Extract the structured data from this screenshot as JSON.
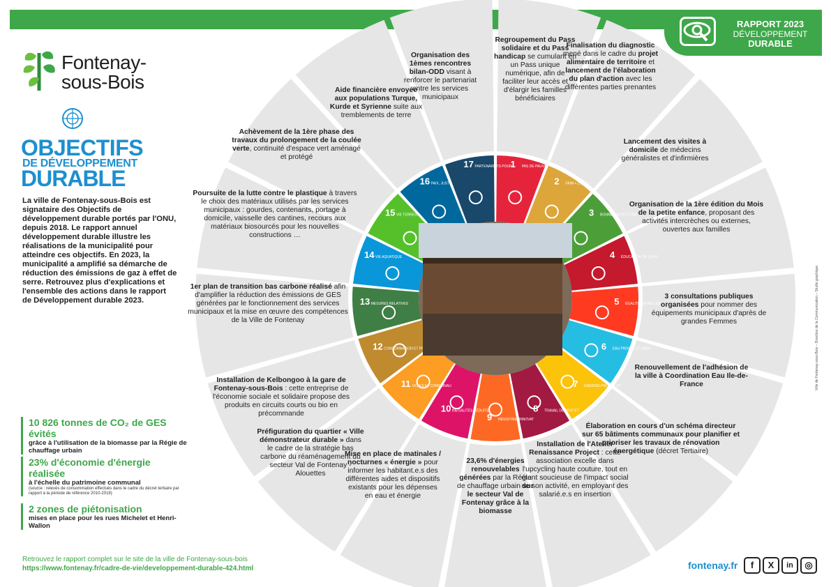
{
  "header": {
    "badge_line1": "RAPPORT 2023",
    "badge_line2": "DÉVELOPPEMENT",
    "badge_line3": "DURABLE",
    "icon": "eye-magnifier-icon"
  },
  "logo": {
    "city_line1": "Fontenay-",
    "city_line2": "sous-Bois"
  },
  "odd": {
    "line1": "OBJECTIFS",
    "line2": "DE DÉVELOPPEMENT",
    "line3": "DURABLE",
    "un_emblem": "un-emblem-icon"
  },
  "intro": "La ville de Fontenay-sous-Bois est signataire des Objectifs de développement durable portés par l'ONU, depuis 2018. Le rapport annuel développement durable illustre les réalisations de la municipalité pour atteindre ces objectifs. En 2023, la municipalité a amplifié sa démarche de réduction des émissions de gaz à effet de serre. Retrouvez plus d'explications et l'ensemble des actions dans le rapport de Développement durable 2023.",
  "stats": [
    {
      "big": "10 826 tonnes de CO₂ de GES évités",
      "small": "grâce à l'utilisation de la biomasse par la Régie de chauffage urbain",
      "tiny": ""
    },
    {
      "big": "23% d'économie d'énergie réalisée",
      "small": "à l'échelle du patrimoine communal",
      "tiny": "(source : relevés de consommation effectués dans le cadre du décret tertiaire par rapport à la période de référence 2010-2019)"
    },
    {
      "big": "2 zones de piétonisation",
      "small": "mises en place pour les rues Michelet et Henri-Wallon",
      "tiny": ""
    }
  ],
  "footer": {
    "text": "Retrouvez le rapport complet sur le site de la ville de Fontenay-sous-bois",
    "url": "https://www.fontenay.fr/cadre-de-vie/developpement-durable-424.html",
    "site": "fontenay.fr",
    "social": [
      "f",
      "X",
      "in",
      "◎"
    ]
  },
  "credits": "Ville de Fontenay-sous-Bois – Direction de la Communication – Studio graphique",
  "goals": [
    {
      "n": "1",
      "label": "PAS DE PAUVRETÉ",
      "color": "#e5243b"
    },
    {
      "n": "2",
      "label": "FAIM « ZÉRO »",
      "color": "#dda63a"
    },
    {
      "n": "3",
      "label": "BONNE SANTÉ ET BIEN-ÊTRE",
      "color": "#4c9f38"
    },
    {
      "n": "4",
      "label": "ÉDUCATION DE QUALITÉ",
      "color": "#c5192d"
    },
    {
      "n": "5",
      "label": "ÉGALITÉ ENTRE LES SEXES",
      "color": "#ff3a21"
    },
    {
      "n": "6",
      "label": "EAU PROPRE ET ASSAINISSEMENT",
      "color": "#26bde2"
    },
    {
      "n": "7",
      "label": "ÉNERGIE PROPRE ET D'UN COÛT ABORDABLE",
      "color": "#fcc30b"
    },
    {
      "n": "8",
      "label": "TRAVAIL DÉCENT ET CROISSANCE ÉCONOMIQUE",
      "color": "#a21942"
    },
    {
      "n": "9",
      "label": "INDUSTRIE, INNOVATION ET INFRASTRUCTURE",
      "color": "#fd6925"
    },
    {
      "n": "10",
      "label": "INÉGALITÉS RÉDUITES",
      "color": "#dd1367"
    },
    {
      "n": "11",
      "label": "VILLES ET COMMUNAUTÉS DURABLES",
      "color": "#fd9d24"
    },
    {
      "n": "12",
      "label": "CONSOMMATION ET PRODUCTION RESPONSABLES",
      "color": "#bf8b2e"
    },
    {
      "n": "13",
      "label": "MESURES RELATIVES À LA LUTTE CONTRE LES CHANGEMENTS CLIMATIQUES",
      "color": "#3f7e44"
    },
    {
      "n": "14",
      "label": "VIE AQUATIQUE",
      "color": "#0a97d9"
    },
    {
      "n": "15",
      "label": "VIE TERRESTRE",
      "color": "#56c02b"
    },
    {
      "n": "16",
      "label": "PAIX, JUSTICE ET INSTITUTIONS EFFICACES",
      "color": "#00689d"
    },
    {
      "n": "17",
      "label": "PARTENARIATS POUR LA RÉALISATION DES OBJECTIFS",
      "color": "#19486a"
    }
  ],
  "actions": [
    "Regroupement du Pass solidaire et du Pass handicap se cumulant en un Pass unique numérique, afin de faciliter leur accès et d'élargir les familles bénéficiaires",
    "Finalisation du diagnostic mené dans le cadre du projet alimentaire de territoire et lancement de l'élaboration du plan d'action avec les différentes parties prenantes",
    "Lancement des visites à domicile de médecins généralistes et d'infirmières",
    "Organisation de la 1ère édition du Mois de la petite enfance, proposant des activités intercrèches ou externes, ouvertes aux familles",
    "3 consultations publiques organisées pour nommer des équipements municipaux d'après de grandes Femmes",
    "Renouvellement de l'adhésion de la ville à Coordination Eau Ile-de-France",
    "Élaboration en cours d'un schéma directeur sur 65 bâtiments communaux pour planifier et prioriser les travaux de rénovation énergétique (décret Tertiaire)",
    "Installation de l'Atelier Renaissance Project : cette association excelle dans l'upcycling haute couture, tout en étant soucieuse de l'impact social de son activité, en employant des salarié.e.s en insertion",
    "23,6% d'énergies renouvelables générées par la Régie de chauffage urbain sur le secteur Val de Fontenay grâce à la biomasse",
    "Mise en place de matinales / nocturnes « énergie » pour informer les habitant.e.s des différentes aides et dispositifs existants pour les dépenses en eau et énergie",
    "Préfiguration du quartier « Ville démonstrateur durable » dans le cadre de la stratégie bas carbone du réaménagement du secteur Val de Fontenay - Alouettes",
    "Installation de Kelbongoo à la gare de Fontenay-sous-Bois : cette entreprise de l'économie sociale et solidaire propose des produits en circuits courts ou bio en précommande",
    "1er plan de transition bas carbone réalisé afin d'amplifier la réduction des émissions de GES générées par le fonctionnement des services municipaux et la mise en œuvre des compétences de la Ville de Fontenay",
    "Poursuite de la lutte contre le plastique à travers le choix des matériaux utilisés par les services municipaux : gourdes, contenants, portage à domicile, vaisselle des cantines, recours aux matériaux biosourcés pour les nouvelles constructions …",
    "Achèvement de la 1ère phase des travaux du prolongement de la coulée verte, continuité d'espace vert aménagé et protégé",
    "Aide financière envoyée aux populations Turque, Kurde et Syrienne suite aux tremblements de terre",
    "Organisation des 1èmes rencontres bilan-ODD visant à renforcer le partenariat entre les services municipaux"
  ]
}
